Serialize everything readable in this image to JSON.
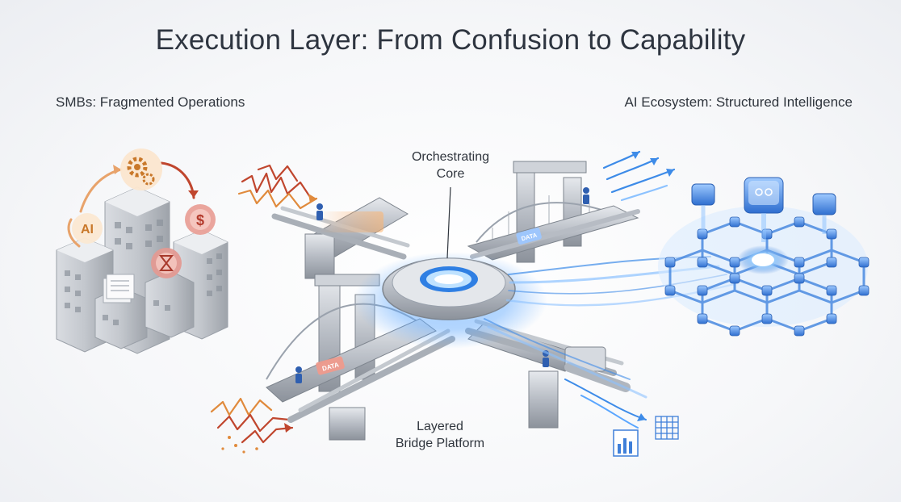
{
  "title": "Execution Layer: From Confusion to Capability",
  "left_label": "SMBs: Fragmented Operations",
  "right_label": "AI Ecosystem: Structured Intelligence",
  "core_label_line1": "Orchestrating",
  "core_label_line2": "Core",
  "bridge_label_line1": "Layered",
  "bridge_label_line2": "Bridge Platform",
  "tag_ai": "AI",
  "tag_data": "DATA",
  "icons": [
    "gear-icon",
    "dollar-icon",
    "hourglass-icon",
    "document-stack-icon",
    "chart-icon",
    "grid-icon",
    "ai-chip-icon"
  ],
  "colors": {
    "chaos": "#c0462e",
    "chaos_warm": "#e08a3c",
    "flow": "#3d8be8",
    "flow_light": "#8cc2ff",
    "steel": "#9aa2ad",
    "node": "#3f7fd9"
  }
}
